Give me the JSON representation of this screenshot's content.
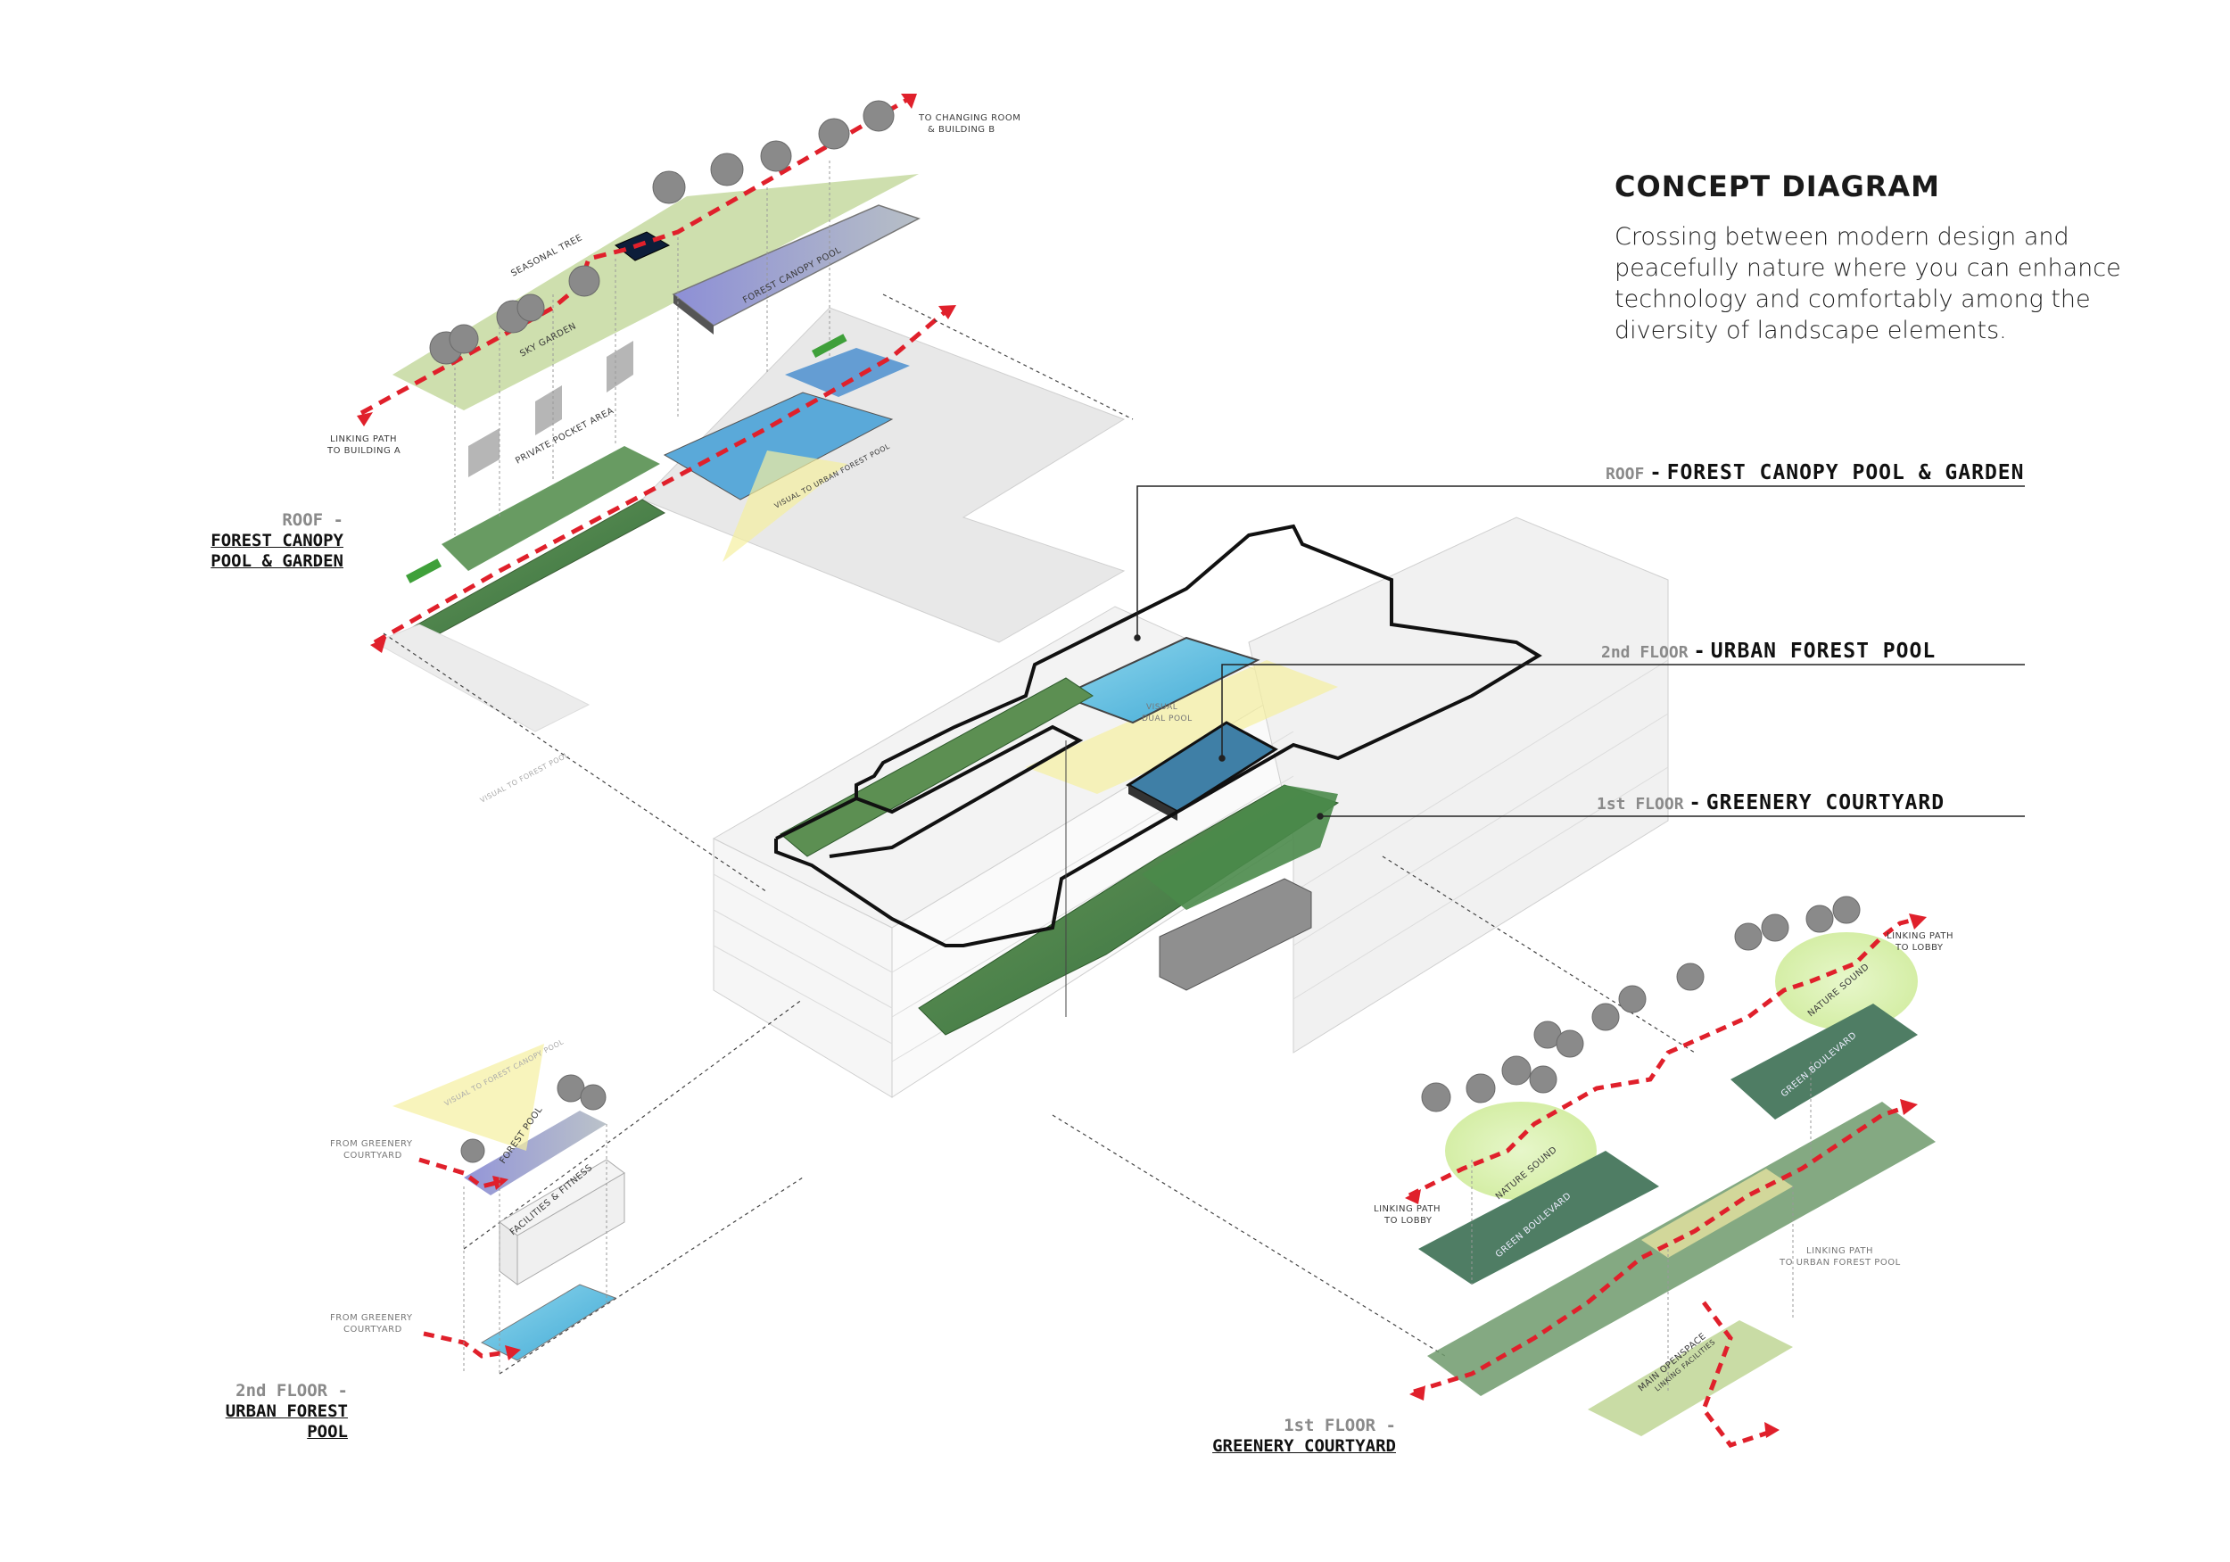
{
  "concept": {
    "title": "CONCEPT DIAGRAM",
    "description": "Crossing between modern design and peacefully nature where you can enhance technology and comfortably among the diversity of landscape elements."
  },
  "callouts": {
    "roof": {
      "level": "ROOF",
      "dash": "-",
      "name": "FOREST CANOPY POOL & GARDEN"
    },
    "second": {
      "level": "2nd FLOOR",
      "dash": "-",
      "name": "URBAN FOREST POOL"
    },
    "first": {
      "level": "1st FLOOR",
      "dash": "-",
      "name": "GREENERY COURTYARD"
    }
  },
  "side_labels": {
    "roof": {
      "level": "ROOF -",
      "line1": "FOREST CANOPY",
      "line2": "POOL & GARDEN"
    },
    "second": {
      "level": "2nd FLOOR -",
      "line1": "URBAN FOREST",
      "line2": "POOL"
    },
    "first": {
      "level": "1st FLOOR -",
      "line1": "GREENERY COURTYARD"
    }
  },
  "roof_annotations": {
    "to_changing_room_1": "TO CHANGING ROOM",
    "to_changing_room_2": "& BUILDING B",
    "seasonal_tree": "SEASONAL TREE",
    "sky_garden": "SKY GARDEN",
    "private_pocket_area": "PRIVATE POCKET AREA",
    "forest_canopy_pool": "FOREST CANOPY POOL",
    "linking_path_a_1": "LINKING PATH",
    "linking_path_a_2": "TO BUILDING A",
    "visual_link": "VISUAL TO URBAN FOREST POOL"
  },
  "center_annotations": {
    "visual_dual_pool_1": "VISUAL",
    "visual_dual_pool_2": "DUAL POOL",
    "visual_forest_pool": "VISUAL TO FOREST POOL"
  },
  "second_annotations": {
    "forest_pool": "FOREST POOL",
    "facilities": "FACILITIES & FITNESS",
    "from_greenery_a_1": "FROM GREENERY",
    "from_greenery_a_2": "COURTYARD",
    "from_greenery_b_1": "FROM GREENERY",
    "from_greenery_b_2": "COURTYARD",
    "visual_canopy": "VISUAL TO FOREST CANOPY POOL"
  },
  "first_annotations": {
    "linking_lobby_top_1": "LINKING PATH",
    "linking_lobby_top_2": "TO LOBBY",
    "nature_sound_top": "NATURE SOUND",
    "green_boulevard_top": "GREEN BOULEVARD",
    "nature_sound_left": "NATURE SOUND",
    "linking_lobby_left_1": "LINKING PATH",
    "linking_lobby_left_2": "TO LOBBY",
    "green_boulevard_left": "GREEN BOULEVARD",
    "linking_urban_1": "LINKING PATH",
    "linking_urban_2": "TO URBAN FOREST POOL",
    "main_openspace_1": "MAIN OPENSPACE",
    "main_openspace_2": "LINKING FACILITIES"
  },
  "colors": {
    "path": "#e0202b",
    "green_dark": "#4f8a57",
    "green_mid": "#8fbf6a",
    "grass": "#c9dca5",
    "pool": "#6cc4e3",
    "pool_purple": "#8d8fd6",
    "boulevard": "#4f7d64",
    "glow": "#d9f0a8",
    "visual": "#f5f0a0"
  }
}
